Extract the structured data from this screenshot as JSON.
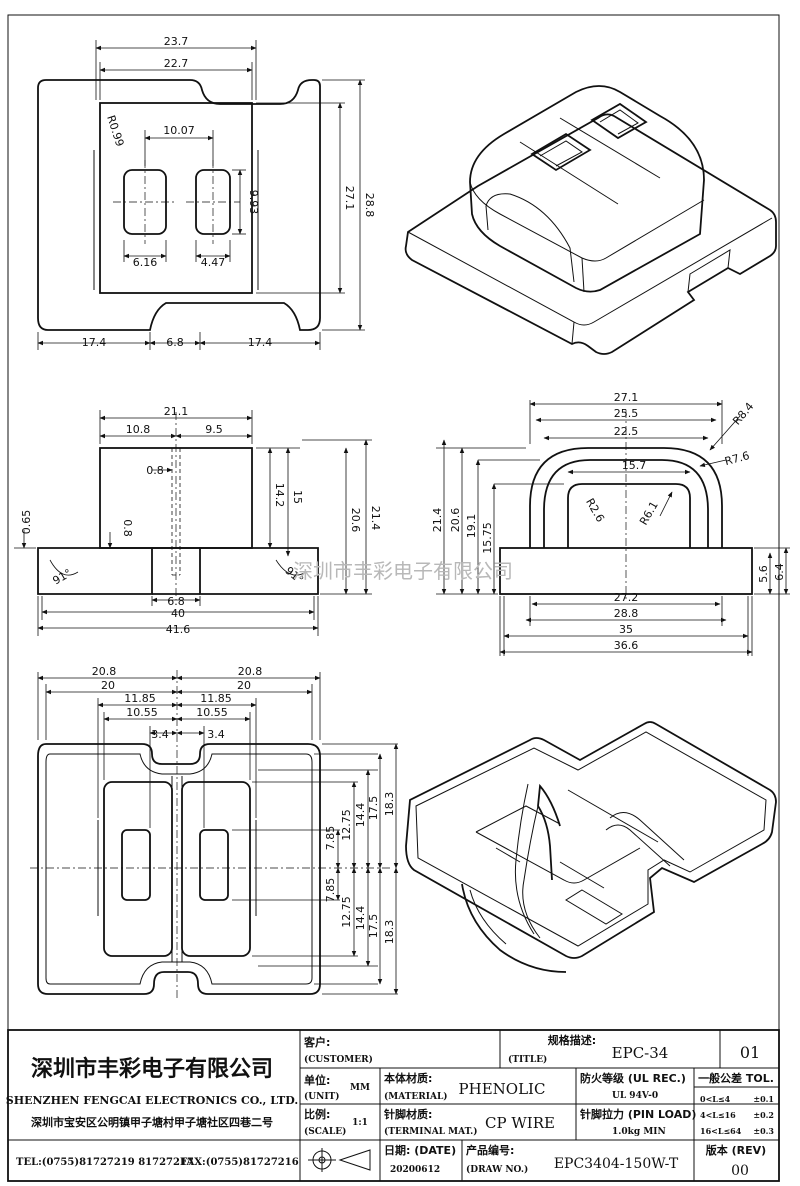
{
  "watermark": "深圳市丰彩电子有限公司",
  "dims": {
    "top_view": {
      "w1": "23.7",
      "w2": "22.7",
      "r": "R0.99",
      "w3": "10.07",
      "h1": "9.93",
      "h2": "27.1",
      "h3": "28.8",
      "w4": "6.16",
      "w5": "4.47",
      "w6": "17.4",
      "w7": "6.8",
      "w8": "17.4"
    },
    "front_view": {
      "w1": "21.1",
      "w2": "10.8",
      "w3": "9.5",
      "w4": "0.8",
      "w5": "0.8",
      "h1": "14.2",
      "h2": "15",
      "h3": "20.6",
      "h4": "21.4",
      "h5": "0.65",
      "a1": "91°",
      "a2": "91°",
      "w6": "6.8",
      "w7": "40",
      "w8": "41.6"
    },
    "side_view": {
      "w1": "27.1",
      "w2": "25.5",
      "w3": "22.5",
      "w4": "15.7",
      "r1": "R8.4",
      "r2": "R7.6",
      "r3": "R2.6",
      "r4": "R6.1",
      "h1": "21.4",
      "h2": "20.6",
      "h3": "19.1",
      "h4": "15.75",
      "h5": "5.6",
      "h6": "6.4",
      "w5": "27.2",
      "w6": "28.8",
      "w7": "35",
      "w8": "36.6"
    },
    "bottom_view": {
      "l1": "20.8",
      "l2": "20",
      "l3": "11.85",
      "l4": "10.55",
      "l5": "3.4",
      "r1": "20.8",
      "r2": "20",
      "r3": "11.85",
      "r4": "10.55",
      "r5": "3.4",
      "h1": "7.85",
      "h2": "12.75",
      "h3": "14.4",
      "h4": "17.5",
      "h5": "18.3",
      "h6": "7.85",
      "h7": "12.75",
      "h8": "14.4",
      "h9": "17.5",
      "h10": "18.3"
    }
  },
  "title_block": {
    "company_cn": "深圳市丰彩电子有限公司",
    "company_en": "SHENZHEN FENGCAI ELECTRONICS CO., LTD.",
    "address": "深圳市宝安区公明镇甲子塘村甲子塘社区四巷二号",
    "tel": "TEL:(0755)81727219 81727217",
    "fax": "FAX:(0755)81727216",
    "customer_label": "客户:",
    "customer_label_en": "(CUSTOMER)",
    "spec_label": "规格描述:",
    "title_label_en": "(TITLE)",
    "title_value": "EPC-34",
    "sheet_no": "01",
    "unit_label": "单位:",
    "unit_label_en": "(UNIT)",
    "unit_value": "MM",
    "material_label": "本体材质:",
    "material_label_en": "(MATERIAL)",
    "material_value": "PHENOLIC",
    "ul_label": "防火等级 (UL REC.)",
    "ul_value": "UL 94V-0",
    "tol_label": "一般公差 TOL.",
    "tol_rows": [
      {
        "range": "0<L≤4",
        "tol": "±0.1"
      },
      {
        "range": "4<L≤16",
        "tol": "±0.2"
      },
      {
        "range": "16<L≤64",
        "tol": "±0.3"
      }
    ],
    "scale_label": "比例:",
    "scale_label_en": "(SCALE)",
    "scale_value": "1:1",
    "terminal_label": "针脚材质:",
    "terminal_label_en": "(TERMINAL MAT.)",
    "terminal_value": "CP WIRE",
    "pin_label": "针脚拉力 (PIN LOAD)",
    "pin_value": "1.0kg MIN",
    "date_label": "日期: (DATE)",
    "date_value": "20200612",
    "drawno_label": "产品编号:",
    "drawno_label_en": "(DRAW NO.)",
    "drawno_value": "EPC3404-150W-T",
    "rev_label": "版本 (REV)",
    "rev_value": "00"
  }
}
